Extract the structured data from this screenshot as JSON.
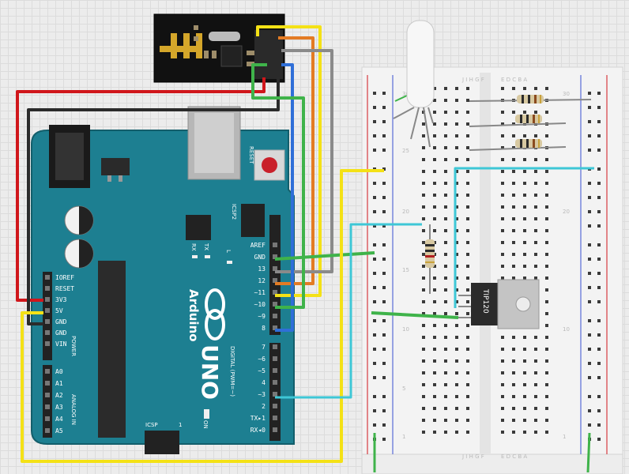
{
  "board": {
    "brand": "Arduino",
    "model": "UNO",
    "reset_label": "RESET",
    "icsp2_label": "ICSP2",
    "icsp_label": "ICSP",
    "icsp_one": "1",
    "on_label": "ON",
    "led_rx": "RX",
    "led_tx": "TX",
    "led_l": "L",
    "digital_label": "DIGITAL (PWM=~)",
    "analog_label": "ANALOG IN",
    "power_label": "POWER",
    "power_pins": [
      "IOREF",
      "RESET",
      "3V3",
      "5V",
      "GND",
      "GND",
      "VIN"
    ],
    "analog_pins": [
      "A0",
      "A1",
      "A2",
      "A3",
      "A4",
      "A5"
    ],
    "digital_top": [
      "AREF",
      "GND",
      "13",
      "12",
      "~11",
      "~10",
      "~9",
      "8"
    ],
    "digital_bottom": [
      "7",
      "~6",
      "~5",
      "4",
      "~3",
      "2",
      "TX▸1",
      "RX◂0"
    ]
  },
  "breadboard": {
    "left_cols": "J I H G F",
    "right_cols": "E D C B A",
    "row_numbers": [
      "30",
      "25",
      "20",
      "15",
      "10",
      "5",
      "1"
    ]
  },
  "transistor": {
    "label": "TIP120"
  },
  "colors": {
    "red": "#d0161b",
    "black": "#2b2b2b",
    "yellow": "#f4e116",
    "green": "#3fb34a",
    "orange": "#e37b24",
    "blue": "#2f6fd8",
    "gray": "#8a8a8a",
    "cyan": "#3ec7d6",
    "arduino": "#1d7f91",
    "module": "#111111",
    "breadboard": "#f4f4f4"
  }
}
